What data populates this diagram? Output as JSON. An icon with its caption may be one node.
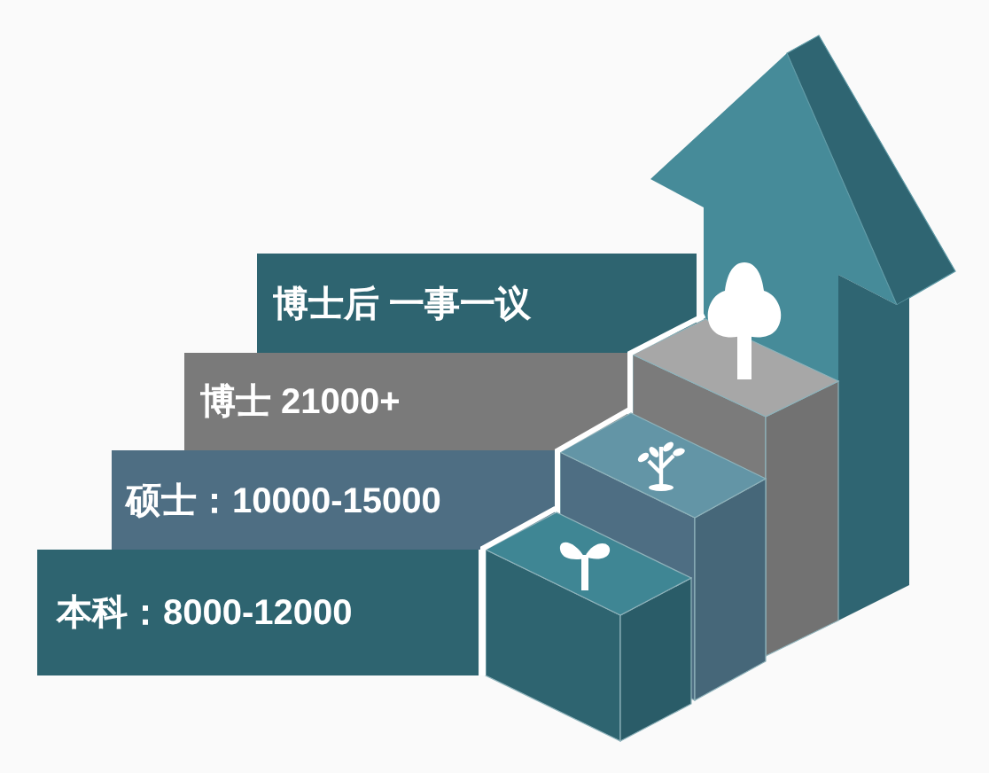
{
  "diagram": {
    "nodes": [
      {
        "text": [
          "博士后 一事一议"
        ]
      },
      {
        "text": [
          "博士 21000+"
        ]
      },
      {
        "text": [
          "硕士：10000-15000"
        ]
      },
      {
        "text": [
          "本科：8000-12000"
        ]
      }
    ]
  }
}
